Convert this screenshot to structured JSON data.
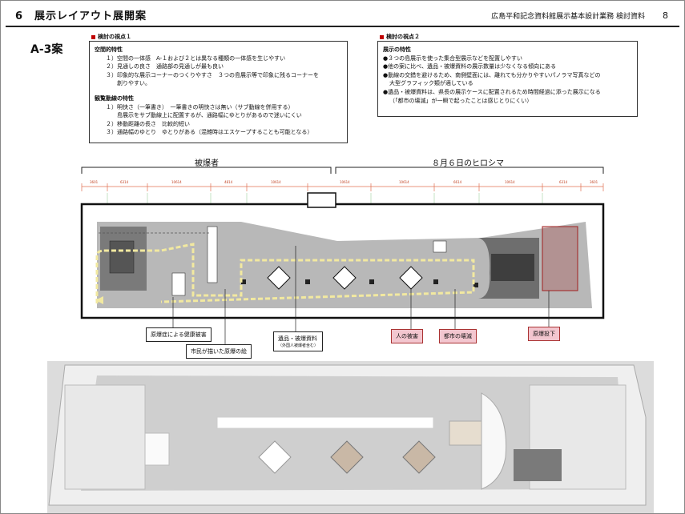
{
  "header": {
    "title": "6　展示レイアウト展開案",
    "doc": "広島平和記念資料館展示基本設計業務 検討資料",
    "page": "8"
  },
  "plan_name": "A-3案",
  "left_section": {
    "label": "検討の視点１",
    "heading1": "空間的特性",
    "items1": [
      "１）空間の一体感　A-１および２とは異なる種類の一体感を生じやすい",
      "２）見通しの良さ　通路部の見通しが最も良い",
      "３）印象的な展示コーナーのつくりやすさ　３つの島展示等で印象に残るコーナーを",
      "創りやすい。"
    ],
    "heading2": "観覧動線の特性",
    "items2": [
      "１）明快さ（一筆書き）　一筆書きの明快さは無い（サブ動線を併用する）",
      "島展示をサブ動線上に配置するが、通路幅にゆとりがあるので迷いにくい",
      "２）移動距離の長さ　比較的短い",
      "３）通路幅のゆとり　ゆとりがある（混雑時はエスケープすることも可能となる）"
    ]
  },
  "right_section": {
    "label": "検討の視点２",
    "heading": "展示の特性",
    "items": [
      "●３つの島展示を使った集合型展示などを配置しやすい",
      "●他の案に比べ、遺品・被爆資料の展示数量は少なくなる傾向にある",
      "●動線の交錯を避けるため、南側壁面には、離れても分かりやすいパノラマ写真などの",
      "大型グラフィック類が適している",
      "●遺品・被爆資料は、県長の展示ケースに配置されるため時間経過に添った展示になる",
      "（「都市の壊滅」が一瞬で起ったことは感じとりにくい）"
    ]
  },
  "zones": {
    "left": "被爆者",
    "right": "８月６日のヒロシマ"
  },
  "dimensions": [
    "3601",
    "6314",
    "10614",
    "4814",
    "10614",
    "10614",
    "10614",
    "6614",
    "10614",
    "6314",
    "3601"
  ],
  "callouts": {
    "c1": "原爆症による健康被害",
    "c2": "市民が描いた原爆の絵",
    "c3": "遺品・被爆資料",
    "c3_sub": "（外国人被爆者含む）",
    "c4": "人の被害",
    "c5": "都市の壊滅",
    "c6": "原爆投下"
  },
  "colors": {
    "accent_red": "#c00000",
    "pink_callout": "#f3c6cf",
    "floor_gray": "#b8b8b8",
    "path_yellow": "#f2e9a0"
  }
}
